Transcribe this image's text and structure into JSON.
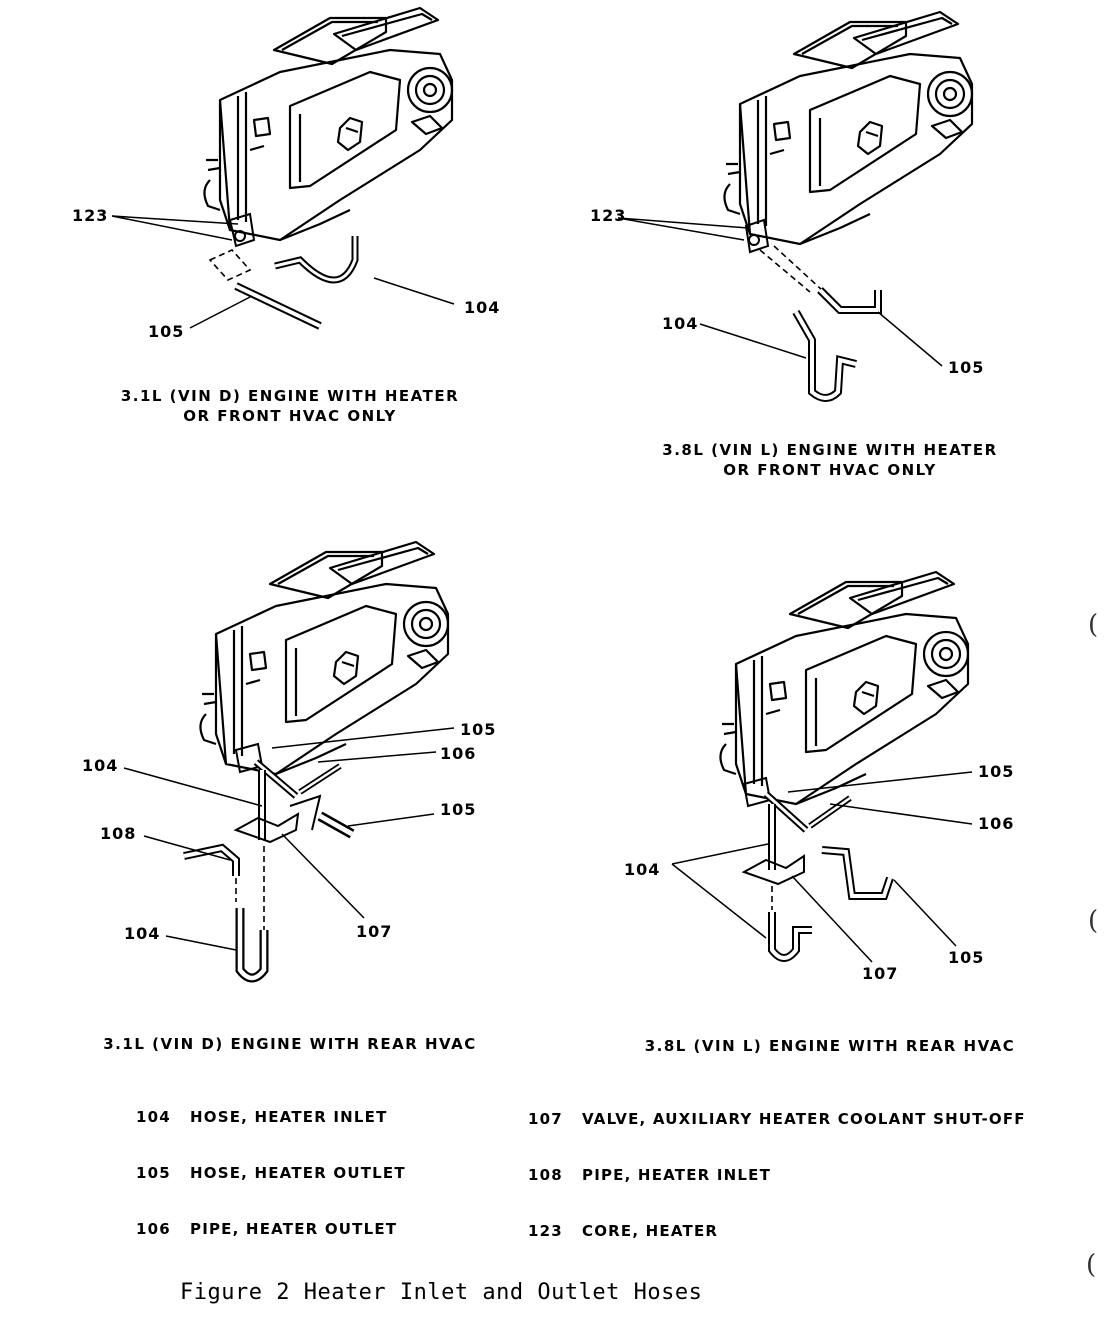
{
  "panels": [
    {
      "caption_line1": "3.1L (VIN D) ENGINE WITH HEATER",
      "caption_line2": "OR FRONT HVAC ONLY",
      "callouts": [
        "123",
        "104",
        "105"
      ]
    },
    {
      "caption_line1": "3.8L (VIN L) ENGINE WITH HEATER",
      "caption_line2": "OR FRONT HVAC ONLY",
      "callouts": [
        "123",
        "104",
        "105"
      ]
    },
    {
      "caption_line1": "3.1L (VIN D) ENGINE WITH REAR HVAC",
      "callouts": [
        "105",
        "106",
        "104",
        "105",
        "108",
        "107",
        "104"
      ]
    },
    {
      "caption_line1": "3.8L (VIN L) ENGINE WITH REAR HVAC",
      "callouts": [
        "105",
        "106",
        "104",
        "107",
        "105"
      ]
    }
  ],
  "legend": [
    {
      "num": "104",
      "text": "HOSE, HEATER INLET"
    },
    {
      "num": "105",
      "text": "HOSE, HEATER OUTLET"
    },
    {
      "num": "106",
      "text": "PIPE, HEATER OUTLET"
    },
    {
      "num": "107",
      "text": "VALVE, AUXILIARY HEATER COOLANT SHUT-OFF"
    },
    {
      "num": "108",
      "text": "PIPE, HEATER INLET"
    },
    {
      "num": "123",
      "text": "CORE, HEATER"
    }
  ],
  "figure_title": "Figure 2 Heater Inlet and Outlet Hoses"
}
